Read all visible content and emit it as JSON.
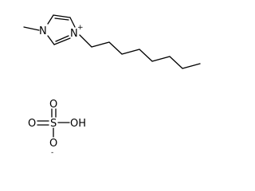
{
  "atoms": {
    "n_methyl": "N",
    "n_plus": "N",
    "plus": "+",
    "s": "S",
    "o_top": "O",
    "o_left": "O",
    "o_minus": "O",
    "minus": "-",
    "oh": "OH"
  },
  "colors": {
    "stroke": "#000000",
    "background": "#ffffff"
  }
}
